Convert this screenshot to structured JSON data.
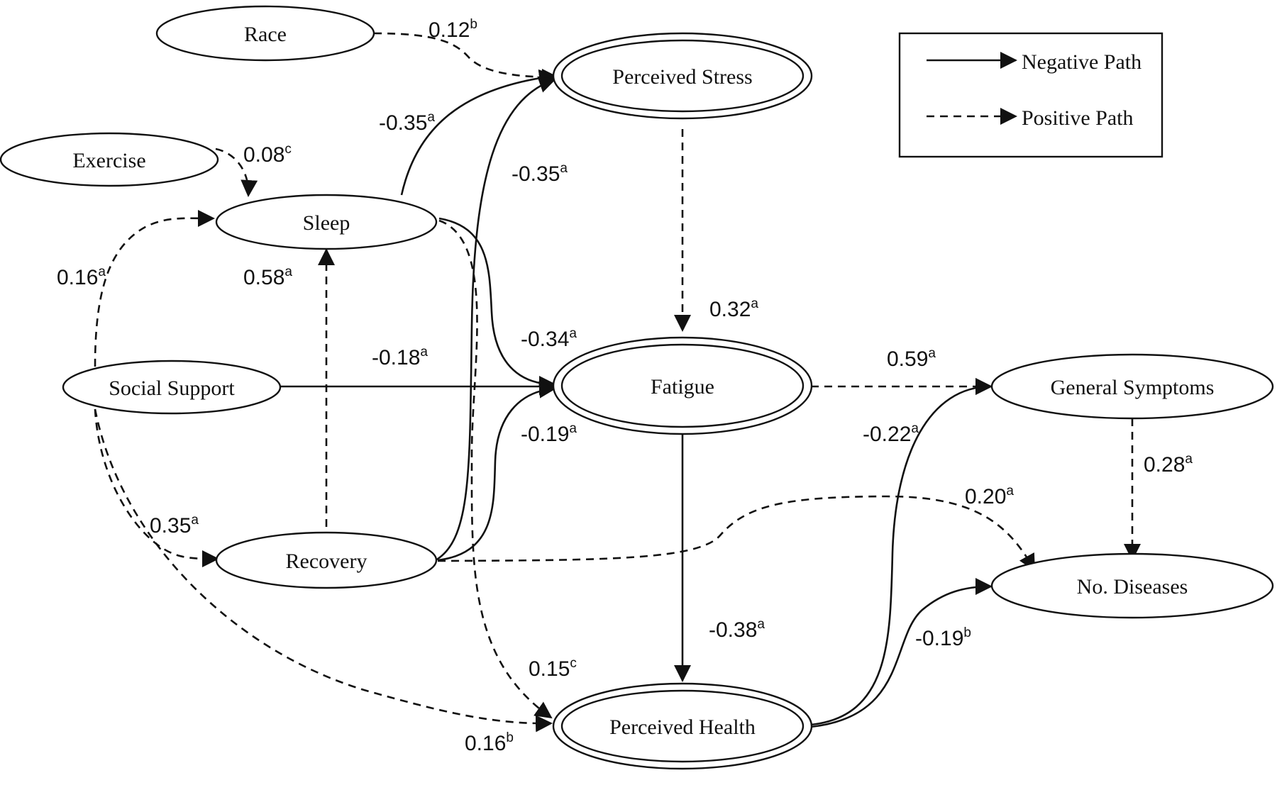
{
  "nodes": {
    "race": {
      "label": "Race"
    },
    "exercise": {
      "label": "Exercise"
    },
    "sleep": {
      "label": "Sleep"
    },
    "social_support": {
      "label": "Social Support"
    },
    "recovery": {
      "label": "Recovery"
    },
    "perceived_stress": {
      "label": "Perceived Stress"
    },
    "fatigue": {
      "label": "Fatigue"
    },
    "perceived_health": {
      "label": "Perceived Health"
    },
    "general_symptoms": {
      "label": "General Symptoms"
    },
    "no_diseases": {
      "label": "No. Diseases"
    }
  },
  "legend": {
    "negative": "Negative Path",
    "positive": "Positive Path"
  },
  "paths": {
    "race_stress": {
      "from": "Race",
      "to": "Perceived Stress",
      "sign": "positive",
      "value": "0.12",
      "sup": "b"
    },
    "exercise_sleep": {
      "from": "Exercise",
      "to": "Sleep",
      "sign": "positive",
      "value": "0.08",
      "sup": "c"
    },
    "sleep_stress": {
      "from": "Sleep",
      "to": "Perceived Stress",
      "sign": "negative",
      "value": "-0.35",
      "sup": "a"
    },
    "recovery_stress": {
      "from": "Recovery",
      "to": "Perceived Stress",
      "sign": "negative",
      "value": "-0.35",
      "sup": "a"
    },
    "social_sleep": {
      "from": "Social Support",
      "to": "Sleep",
      "sign": "positive",
      "value": "0.16",
      "sup": "a"
    },
    "recovery_sleep": {
      "from": "Recovery",
      "to": "Sleep",
      "sign": "positive",
      "value": "0.58",
      "sup": "a"
    },
    "stress_fatigue": {
      "from": "Perceived Stress",
      "to": "Fatigue",
      "sign": "positive",
      "value": "0.32",
      "sup": "a"
    },
    "sleep_fatigue": {
      "from": "Sleep",
      "to": "Fatigue",
      "sign": "negative",
      "value": "-0.34",
      "sup": "a"
    },
    "social_fatigue": {
      "from": "Social Support",
      "to": "Fatigue",
      "sign": "negative",
      "value": "-0.18",
      "sup": "a"
    },
    "recovery_fatigue": {
      "from": "Recovery",
      "to": "Fatigue",
      "sign": "negative",
      "value": "-0.19",
      "sup": "a"
    },
    "fatigue_symptoms": {
      "from": "Fatigue",
      "to": "General Symptoms",
      "sign": "positive",
      "value": "0.59",
      "sup": "a"
    },
    "social_recovery": {
      "from": "Social Support",
      "to": "Recovery",
      "sign": "positive",
      "value": "0.35",
      "sup": "a"
    },
    "symptoms_diseases": {
      "from": "General Symptoms",
      "to": "No. Diseases",
      "sign": "positive",
      "value": "0.28",
      "sup": "a"
    },
    "recovery_diseases": {
      "from": "Recovery",
      "to": "No. Diseases",
      "sign": "positive",
      "value": "0.20",
      "sup": "a"
    },
    "health_symptoms": {
      "from": "Perceived Health",
      "to": "General Symptoms",
      "sign": "negative",
      "value": "-0.22",
      "sup": "a"
    },
    "fatigue_health": {
      "from": "Fatigue",
      "to": "Perceived Health",
      "sign": "negative",
      "value": "-0.38",
      "sup": "a"
    },
    "sleep_health": {
      "from": "Sleep",
      "to": "Perceived Health",
      "sign": "positive",
      "value": "0.15",
      "sup": "c"
    },
    "health_diseases": {
      "from": "Perceived Health",
      "to": "No. Diseases",
      "sign": "negative",
      "value": "-0.19",
      "sup": "b"
    },
    "social_health": {
      "from": "Social Support",
      "to": "Perceived Health",
      "sign": "positive",
      "value": "0.16",
      "sup": "b"
    }
  }
}
